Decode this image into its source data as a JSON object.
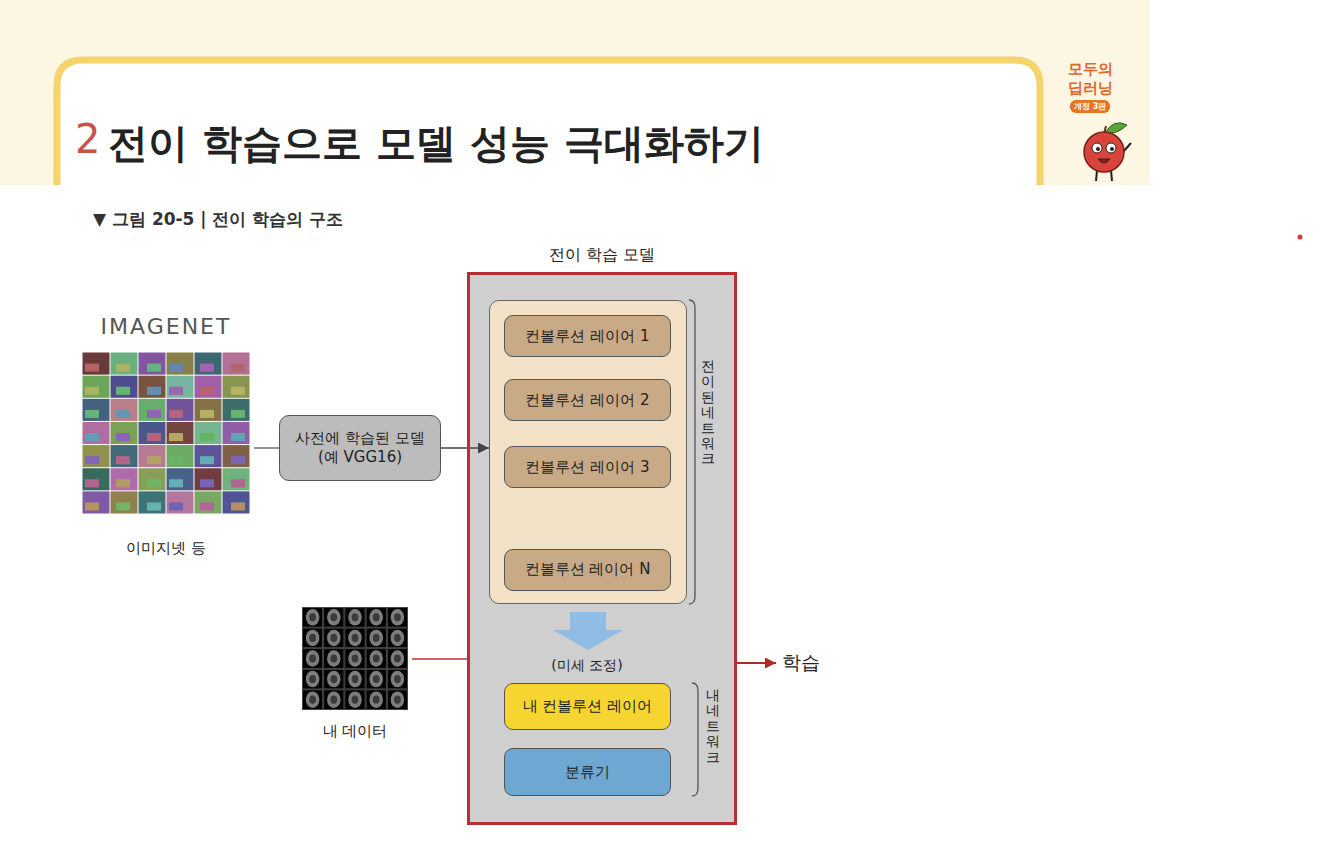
{
  "diagram": {
    "title": "전이 학습으로 모델 성능 극대화하기",
    "caption": "▼ 그림 20-5 | 전이 학습의 구조",
    "nodes": [
      {
        "text": [
          "IMAGENET",
          "이미지넷 등"
        ]
      },
      {
        "text": [
          "사전에 학습된 모델 (예 VGG16)"
        ]
      },
      {
        "text": [
          "전이 학습 모델"
        ]
      },
      {
        "text": [
          "전이된 네트워크"
        ],
        "in": 2
      },
      {
        "text": [
          "컨볼루션 레이어 1"
        ],
        "in": 3
      },
      {
        "text": [
          "컨볼루션 레이어 2"
        ],
        "in": 3
      },
      {
        "text": [
          "컨볼루션 레이어 3"
        ],
        "in": 3
      },
      {
        "text": [
          "컨볼루션 레이어 N"
        ],
        "in": 3
      },
      {
        "text": [
          "내 컨볼루션 레이어"
        ],
        "in": 2
      },
      {
        "text": [
          "분류기"
        ],
        "in": 2
      },
      {
        "text": [
          "내 데이터"
        ]
      }
    ],
    "edges": [
      {
        "from": 0,
        "to": 1,
        "arrow": "none"
      },
      {
        "from": 1,
        "to": 3,
        "arrow": "to"
      },
      {
        "from": 10,
        "to": 2,
        "arrow": "none"
      }
    ],
    "labels": [
      "2",
      "...",
      "(미세 조정)",
      "내 네트워크",
      "학습",
      "모두의",
      "딥러닝",
      "개정 3판"
    ]
  }
}
